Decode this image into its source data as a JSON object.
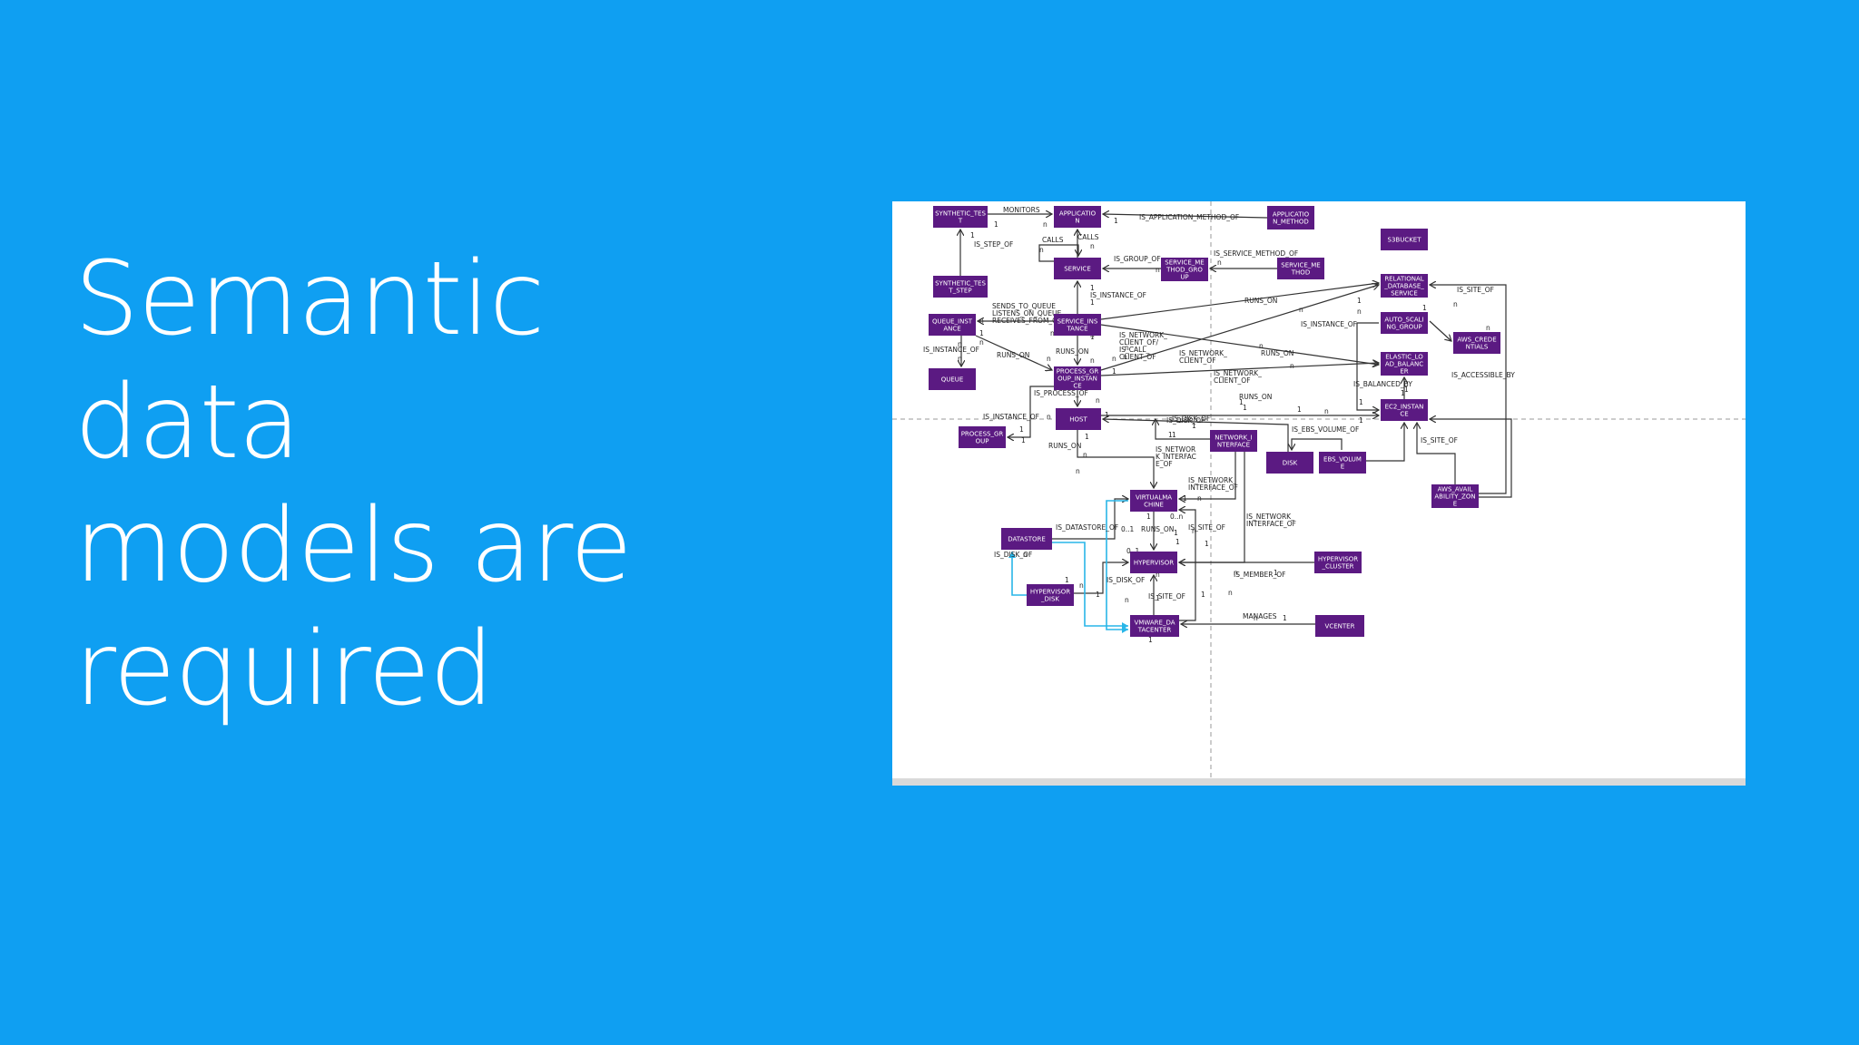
{
  "slide": {
    "title_lines": [
      "Semantic data",
      "models are",
      "required"
    ]
  },
  "colors": {
    "background": "#0f9ff2",
    "node_fill": "#5b1a82",
    "edge": "#333333",
    "highlight_edge": "#29b6e8"
  },
  "diagram": {
    "nodes": [
      {
        "id": "synthetic_test",
        "lines": [
          "SYNTHETIC_TES",
          "T"
        ]
      },
      {
        "id": "application",
        "lines": [
          "APPLICATIO",
          "N"
        ]
      },
      {
        "id": "application_method",
        "lines": [
          "APPLICATIO",
          "N_METHOD"
        ]
      },
      {
        "id": "synthetic_test_step",
        "lines": [
          "SYNTHETIC_TES",
          "T_STEP"
        ]
      },
      {
        "id": "service",
        "lines": [
          "SERVICE"
        ]
      },
      {
        "id": "service_method_group",
        "lines": [
          "SERVICE_ME",
          "THOD_GRO",
          "UP"
        ]
      },
      {
        "id": "service_method",
        "lines": [
          "SERVICE_ME",
          "THOD"
        ]
      },
      {
        "id": "s3bucket",
        "lines": [
          "S3BUCKET"
        ]
      },
      {
        "id": "relational_database_service",
        "lines": [
          "RELATIONAL",
          "_DATABASE_",
          "SERVICE"
        ]
      },
      {
        "id": "queue_instance",
        "lines": [
          "QUEUE_INST",
          "ANCE"
        ]
      },
      {
        "id": "service_instance",
        "lines": [
          "SERVICE_INS",
          "TANCE"
        ]
      },
      {
        "id": "auto_scaling_group",
        "lines": [
          "AUTO_SCALI",
          "NG_GROUP"
        ]
      },
      {
        "id": "aws_credentials",
        "lines": [
          "AWS_CREDE",
          "NTIALS"
        ]
      },
      {
        "id": "queue",
        "lines": [
          "QUEUE"
        ]
      },
      {
        "id": "process_group_instance",
        "lines": [
          "PROCESS_GR",
          "OUP_INSTAN",
          "CE"
        ]
      },
      {
        "id": "elastic_load_balancer",
        "lines": [
          "ELASTIC_LO",
          "AD_BALANC",
          "ER"
        ]
      },
      {
        "id": "ec2_instance",
        "lines": [
          "EC2_INSTAN",
          "CE"
        ]
      },
      {
        "id": "host",
        "lines": [
          "HOST"
        ]
      },
      {
        "id": "process_group",
        "lines": [
          "PROCESS_GR",
          "OUP"
        ]
      },
      {
        "id": "network_interface",
        "lines": [
          "NETWORK_I",
          "NTERFACE"
        ]
      },
      {
        "id": "disk",
        "lines": [
          "DISK"
        ]
      },
      {
        "id": "ebs_volume",
        "lines": [
          "EBS_VOLUM",
          "E"
        ]
      },
      {
        "id": "aws_availability_zone",
        "lines": [
          "AWS_AVAIL",
          "ABILITY_ZON",
          "E"
        ]
      },
      {
        "id": "virtual_machine",
        "lines": [
          "VIRTUALMA",
          "CHINE"
        ]
      },
      {
        "id": "datastore",
        "lines": [
          "DATASTORE"
        ]
      },
      {
        "id": "hypervisor",
        "lines": [
          "HYPERVISOR"
        ]
      },
      {
        "id": "hypervisor_cluster",
        "lines": [
          "HYPERVISOR",
          "_CLUSTER"
        ]
      },
      {
        "id": "hypervisor_disk",
        "lines": [
          "HYPERVISOR",
          "_DISK"
        ]
      },
      {
        "id": "vmware_datacenter",
        "lines": [
          "VMWARE_DA",
          "TACENTER"
        ]
      },
      {
        "id": "vcenter",
        "lines": [
          "VCENTER"
        ]
      }
    ],
    "edges": [
      {
        "from": "synthetic_test",
        "to": "application",
        "label": "MONITORS"
      },
      {
        "from": "application_method",
        "to": "application",
        "label": "IS_APPLICATION_METHOD_OF"
      },
      {
        "from": "synthetic_test_step",
        "to": "synthetic_test",
        "label": "IS_STEP_OF"
      },
      {
        "from": "service",
        "to": "service",
        "label": "CALLS"
      },
      {
        "from": "service",
        "to": "application",
        "label": "CALLS"
      },
      {
        "from": "service_method_group",
        "to": "service",
        "label": "IS_GROUP_OF"
      },
      {
        "from": "service_method",
        "to": "service_method_group",
        "label": "IS_SERVICE_METHOD_OF"
      },
      {
        "from": "service_instance",
        "to": "service",
        "label": "IS_INSTANCE_OF"
      },
      {
        "from": "service_instance",
        "to": "queue_instance",
        "label": "SENDS_TO_QUEUE"
      },
      {
        "from": "service_instance",
        "to": "queue_instance",
        "label": "LISTENS_ON_QUEUE"
      },
      {
        "from": "service_instance",
        "to": "queue_instance",
        "label": "RECEIVES_FROM_QUEUE"
      },
      {
        "from": "queue_instance",
        "to": "queue",
        "label": "IS_INSTANCE_OF"
      },
      {
        "from": "queue_instance",
        "to": "process_group_instance",
        "label": "RUNS_ON"
      },
      {
        "from": "service_instance",
        "to": "process_group_instance",
        "label": "RUNS_ON"
      },
      {
        "from": "service_instance",
        "to": "process_group_instance",
        "label": "IS_NETWORK_CLIENT_OF/IS_CALL_CLIENT_OF"
      },
      {
        "from": "process_group_instance",
        "to": "relational_database_service",
        "label": "IS_NETWORK_CLIENT_OF"
      },
      {
        "from": "process_group_instance",
        "to": "elastic_load_balancer",
        "label": "IS_NETWORK_CLIENT_OF"
      },
      {
        "from": "service_instance",
        "to": "relational_database_service",
        "label": "RUNS_ON"
      },
      {
        "from": "service_instance",
        "to": "elastic_load_balancer",
        "label": "RUNS_ON"
      },
      {
        "from": "ec2_instance",
        "to": "auto_scaling_group",
        "label": "IS_INSTANCE_OF"
      },
      {
        "from": "ec2_instance",
        "to": "elastic_load_balancer",
        "label": "IS_BALANCED_BY"
      },
      {
        "from": "process_group_instance",
        "to": "host",
        "label": "IS_PROCESS_OF"
      },
      {
        "from": "process_group_instance",
        "to": "process_group",
        "label": "IS_INSTANCE_OF"
      },
      {
        "from": "host",
        "to": "ec2_instance",
        "label": "RUNS_ON"
      },
      {
        "from": "disk",
        "to": "host",
        "label": "IS_DISK_OF"
      },
      {
        "from": "disk",
        "to": "ebs_volume",
        "label": "IS_EBS_VOLUME_OF"
      },
      {
        "from": "ebs_volume",
        "to": "ec2_instance",
        "label": "IS_DISK_OF"
      },
      {
        "from": "network_interface",
        "to": "host",
        "label": "IS_NETWORK_INTERFACE_OF"
      },
      {
        "from": "network_interface",
        "to": "virtual_machine",
        "label": "IS_NETWORK_INTERFACE_OF"
      },
      {
        "from": "network_interface",
        "to": "hypervisor",
        "label": "IS_NETWORK_INTERFACE_OF"
      },
      {
        "from": "aws_availability_zone",
        "to": "ec2_instance",
        "label": "IS_SITE_OF"
      },
      {
        "from": "aws_availability_zone",
        "to": "relational_database_service",
        "label": "IS_SITE_OF"
      },
      {
        "from": "aws_credentials",
        "to": "auto_scaling_group",
        "label": "IS_ACCESSIBLE_BY"
      },
      {
        "from": "host",
        "to": "virtual_machine",
        "label": "RUNS_ON"
      },
      {
        "from": "datastore",
        "to": "virtual_machine",
        "label": "IS_DATASTORE_OF"
      },
      {
        "from": "virtual_machine",
        "to": "hypervisor",
        "label": "RUNS_ON"
      },
      {
        "from": "hypervisor_disk",
        "to": "datastore",
        "label": "IS_DISK_OF"
      },
      {
        "from": "hypervisor_disk",
        "to": "hypervisor",
        "label": "IS_DISK_OF"
      },
      {
        "from": "vmware_datacenter",
        "to": "hypervisor",
        "label": "IS_SITE_OF"
      },
      {
        "from": "vmware_datacenter",
        "to": "virtual_machine",
        "label": "IS_SITE_OF"
      },
      {
        "from": "hypervisor_cluster",
        "to": "hypervisor",
        "label": "IS_MEMBER_OF"
      },
      {
        "from": "vcenter",
        "to": "vmware_datacenter",
        "label": "MANAGES"
      }
    ],
    "edge_labels": [
      "MONITORS",
      "IS_APPLICATION_METHOD_OF",
      "IS_STEP_OF",
      "CALLS",
      "CALLS",
      "IS_GROUP_OF",
      "IS_SERVICE_METHOD_OF",
      "IS_INSTANCE_OF",
      "SENDS_TO_QUEUE",
      "LISTENS_ON_QUEUE",
      "RECEIVES_FROM_QUEUE",
      "IS_INSTANCE_OF",
      "RUNS_ON",
      "RUNS_ON",
      "IS_NETWORK_",
      "CLIENT_OF/",
      "IS_CALL_",
      "CLIENT_OF",
      "IS_NETWORK_",
      "CLIENT_OF",
      "IS_NETWORK_",
      "CLIENT_OF",
      "RUNS_ON",
      "RUNS_ON",
      "IS_INSTANCE_OF",
      "IS_SITE_OF",
      "IS_BALANCED_BY",
      "IS_ACCESSIBLE_BY",
      "IS_PROCESS_OF",
      "IS_INSTANCE_OF",
      "RUNS_ON",
      "IS_DISK_OF",
      "IS_EBS_VOLUME_OF",
      "IS_SITE_OF",
      "IS_NETWOR",
      "K_INTERFAC",
      "E_OF",
      "RUNS_ON",
      "IS_DISK_OF",
      "IS_NETWORK_",
      "INTERFACE_OF",
      "IS_DATASTORE_OF",
      "RUNS_ON",
      "IS_SITE_OF",
      "IS_NETWORK_",
      "INTERFACE_OF",
      "IS_DISK_OF",
      "IS_DISK_OF",
      "IS_SITE_OF",
      "IS_MEMBER_OF",
      "MANAGES"
    ],
    "cardinalities": [
      "1",
      "n",
      "1",
      "n",
      "1",
      "n",
      "n",
      "n",
      "n",
      "1",
      "n",
      "n",
      "n",
      "1",
      "1",
      "n",
      "n",
      "1",
      "n",
      "n",
      "n",
      "n",
      "n",
      "n",
      "1",
      "n",
      "1",
      "1",
      "n",
      "n",
      "n",
      "n",
      "n",
      "n",
      "1",
      "n",
      "n",
      "n",
      "1",
      "1",
      "n",
      "n",
      "1",
      "1",
      "n",
      "1",
      "1",
      "1",
      "1",
      "1",
      "1",
      "n",
      "1",
      "0..n",
      "1",
      "1",
      "1",
      "1",
      "1",
      "n",
      "n",
      "1",
      "n",
      "n",
      "1",
      "n",
      "1",
      "n",
      "1",
      "0..1",
      "0..1",
      "1",
      "n",
      "1",
      "n",
      "1",
      "n",
      "n",
      "1",
      "1",
      "n",
      "1",
      "1"
    ]
  }
}
